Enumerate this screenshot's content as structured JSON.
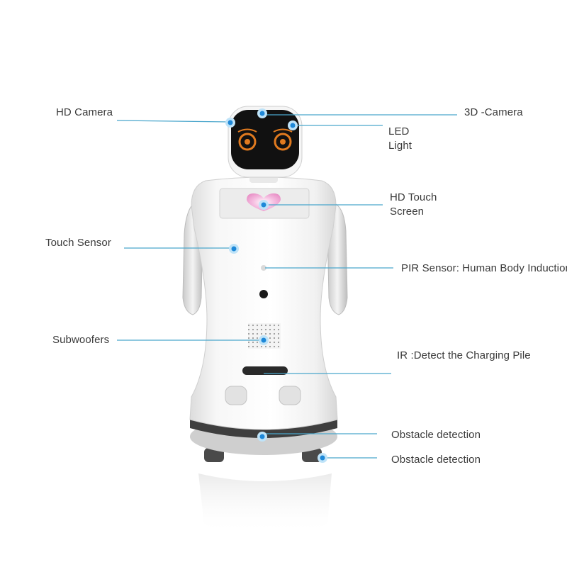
{
  "colors": {
    "callout_line": "#4aa6cc",
    "callout_dot": "#1e88d8",
    "label_text": "#3a3a3a",
    "robot_body": "#f6f6f6",
    "face_screen": "#111111",
    "eye_color": "#e07a1f",
    "touch_screen_heart": "#f2a9d6"
  },
  "callouts": [
    {
      "id": "hd-camera",
      "text": "HD Camera"
    },
    {
      "id": "3d-camera",
      "text": "3D -Camera"
    },
    {
      "id": "led-light",
      "text": "LED",
      "text2": "Light"
    },
    {
      "id": "hd-touch-screen",
      "text": "HD Touch",
      "text2": "Screen"
    },
    {
      "id": "touch-sensor",
      "text": "Touch Sensor"
    },
    {
      "id": "pir-sensor",
      "text": "PIR Sensor: Human Body Induction"
    },
    {
      "id": "subwoofers",
      "text": "Subwoofers"
    },
    {
      "id": "ir-sensor",
      "text": "IR :Detect the Charging Pile"
    },
    {
      "id": "obstacle-detection-1",
      "text": "Obstacle detection"
    },
    {
      "id": "obstacle-detection-2",
      "text": "Obstacle detection"
    }
  ]
}
